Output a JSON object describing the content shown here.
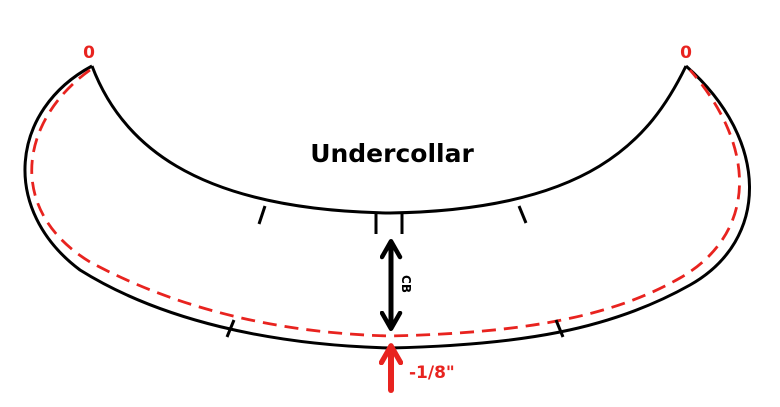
{
  "diagram": {
    "title": "Undercollar",
    "left_point_label": "0",
    "right_point_label": "0",
    "center_back_label": "CB",
    "adjustment_label": "-1/8\"",
    "colors": {
      "outline": "#000000",
      "adjustment": "#e8231f"
    }
  }
}
